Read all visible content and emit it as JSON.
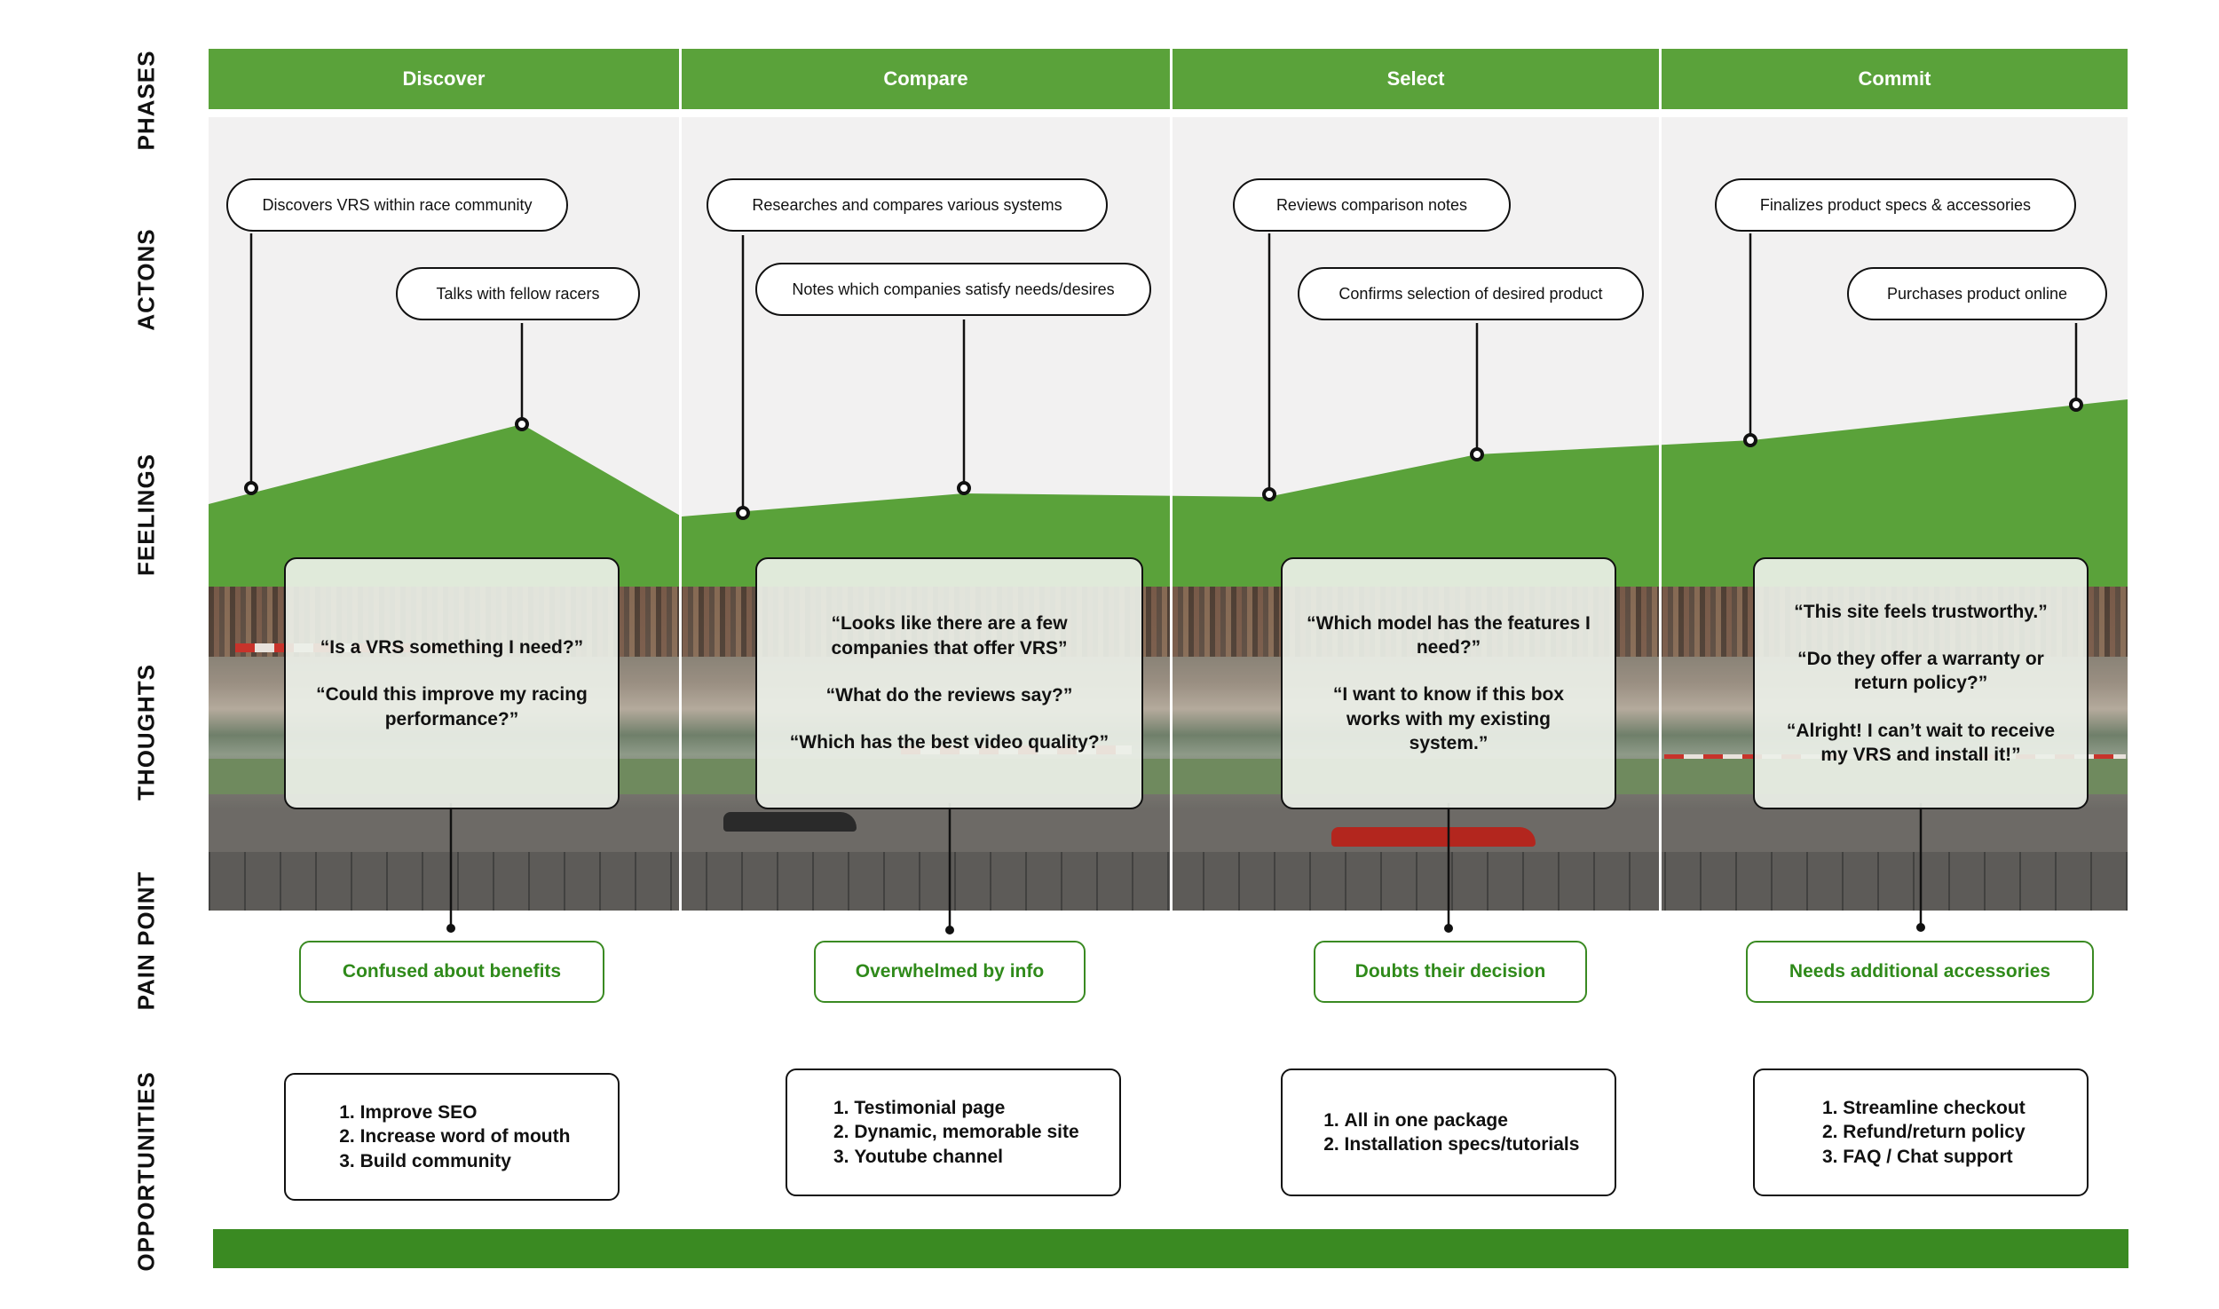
{
  "row_labels": [
    "PHASES",
    "ACTONS",
    "FEELINGS",
    "THOUGHTS",
    "PAIN POINT",
    "OPPORTUNITIES"
  ],
  "phases": [
    "Discover",
    "Compare",
    "Select",
    "Commit"
  ],
  "actions": [
    "Discovers VRS within race community",
    "Talks with fellow racers",
    "Researches and compares various systems",
    "Notes which companies satisfy needs/desires",
    "Reviews comparison notes",
    "Confirms selection of desired product",
    "Finalizes product specs & accessories",
    "Purchases product online"
  ],
  "thoughts": [
    [
      "“Is a VRS something I need?”",
      "“Could this improve my racing performance?”"
    ],
    [
      "“Looks like there are a few companies that offer VRS”",
      "“What do the reviews say?”",
      "“Which has the best video quality?”"
    ],
    [
      "“Which model has the features I need?”",
      "“I want to know if this box works with my existing system.”"
    ],
    [
      "“This site feels trustworthy.”",
      "“Do they offer a warranty or return policy?”",
      "“Alright! I can’t wait to receive my VRS and install it!”"
    ]
  ],
  "pain_points": [
    "Confused about benefits",
    "Overwhelmed by info",
    "Doubts their decision",
    "Needs additional accessories"
  ],
  "opportunities": [
    [
      "Improve SEO",
      "Increase word of mouth",
      "Build community"
    ],
    [
      "Testimonial page",
      "Dynamic, memorable site",
      "Youtube channel"
    ],
    [
      "All in one package",
      "Installation specs/tutorials"
    ],
    [
      "Streamline checkout",
      "Refund/return policy",
      "FAQ / Chat support"
    ]
  ],
  "colors": {
    "green": "#5aa23a",
    "dark_green": "#3a8a22",
    "band": "#f2f1f1"
  }
}
